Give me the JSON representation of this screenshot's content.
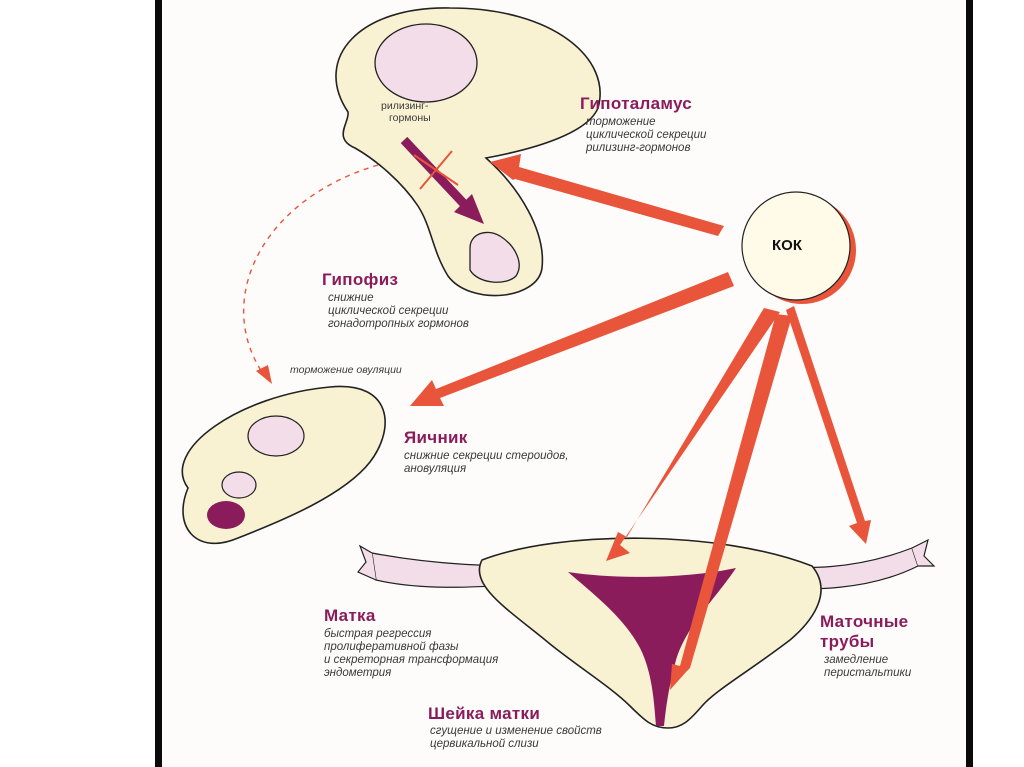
{
  "slide": {
    "colors": {
      "arrow": "#e8553a",
      "organ_fill": "#f8f2d2",
      "pink": "#f3dde8",
      "magenta": "#8b1c5c",
      "heading": "#8b1c5c",
      "frame": "#0a0a0a"
    },
    "releasing_label": [
      "рилизинг-",
      "гормоны"
    ],
    "kok": "КОК",
    "hypothalamus": {
      "title": "Гипоталамус",
      "lines": [
        "торможение",
        "циклической секреции",
        "рилизинг-гормонов"
      ]
    },
    "pituitary": {
      "title": "Гипофиз",
      "lines": [
        "снижние",
        "циклической секреции",
        "гонадотропных гормонов"
      ]
    },
    "ovulation_inhibition": "торможение овуляции",
    "ovary": {
      "title": "Яичник",
      "lines": [
        "снижние секреции стероидов,",
        "ановуляция"
      ]
    },
    "uterus": {
      "title": "Матка",
      "lines": [
        "быстрая регрессия",
        "пролиферативной фазы",
        "и секреторная трансформация",
        "эндометрия"
      ]
    },
    "tubes": {
      "title_lines": [
        "Маточные",
        "трубы"
      ],
      "lines": [
        "замедление",
        "перистальтики"
      ]
    },
    "cervix": {
      "title": "Шейка матки",
      "lines": [
        "сгущение и изменение свойств",
        "цервикальной слизи"
      ]
    }
  }
}
